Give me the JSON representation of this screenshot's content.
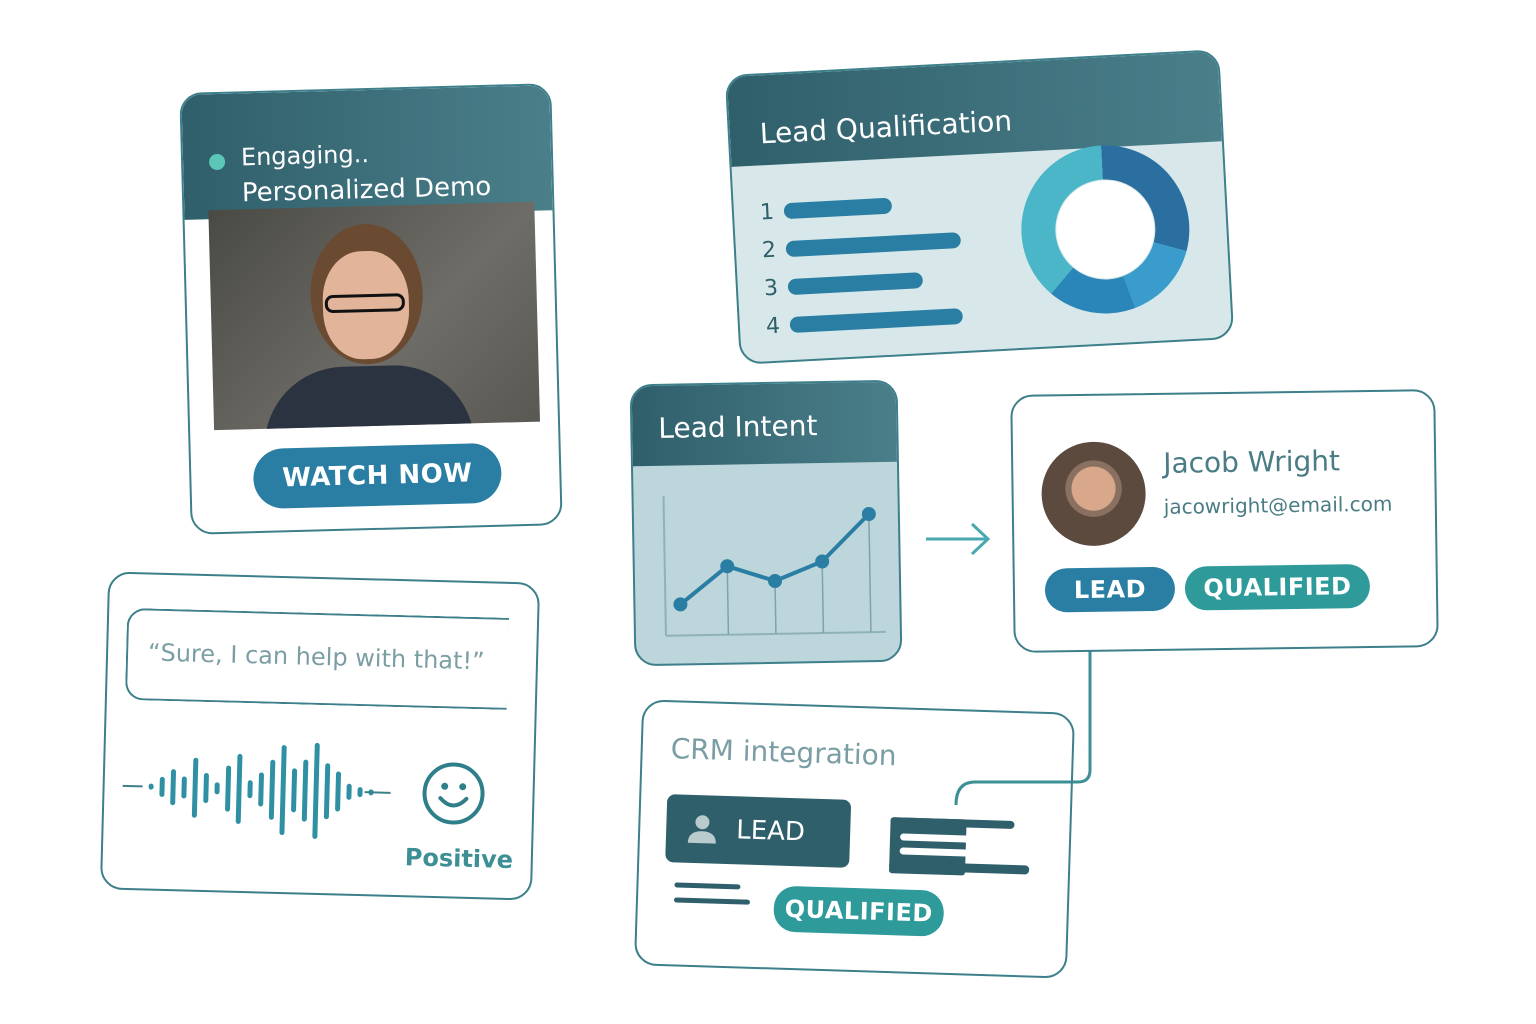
{
  "demo_card": {
    "status": "Engaging..",
    "title": "Personalized Demo",
    "button": "WATCH NOW"
  },
  "lead_qualification": {
    "title": "Lead Qualification",
    "items": [
      {
        "label": "1",
        "value": 0.6
      },
      {
        "label": "2",
        "value": 0.97
      },
      {
        "label": "3",
        "value": 0.75
      },
      {
        "label": "4",
        "value": 0.96
      }
    ],
    "donut": [
      {
        "value": 0.3,
        "color": "#2a6fa0"
      },
      {
        "value": 0.15,
        "color": "#3a9ccc"
      },
      {
        "value": 0.17,
        "color": "#2a86b8"
      },
      {
        "value": 0.38,
        "color": "#4bb6c8"
      }
    ]
  },
  "lead_intent": {
    "title": "Lead Intent",
    "chart_data": {
      "type": "line",
      "x": [
        1,
        2,
        3,
        4,
        5
      ],
      "values": [
        1,
        2.2,
        1.7,
        2.3,
        3.8
      ],
      "ylim": [
        0,
        4.5
      ]
    }
  },
  "contact": {
    "name": "Jacob Wright",
    "email": "jacowright@email.com",
    "badge_lead": "LEAD",
    "badge_qualified": "QUALIFIED"
  },
  "conversation": {
    "quote": "“Sure, I can help with that!”",
    "sentiment": "Positive"
  },
  "crm": {
    "title": "CRM integration",
    "lead_label": "LEAD",
    "qualified_label": "QUALIFIED"
  },
  "colors": {
    "teal_dark": "#2f5f6b",
    "blue": "#2a7ea3",
    "teal": "#2e9a9a"
  }
}
